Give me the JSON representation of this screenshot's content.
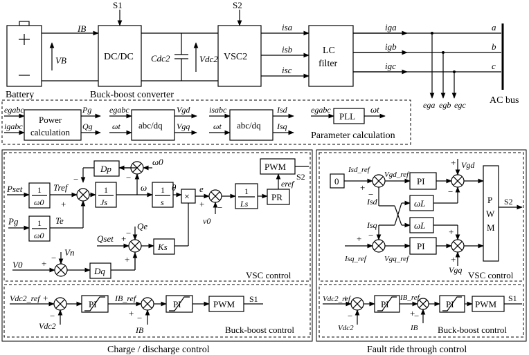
{
  "top": {
    "s1": "S1",
    "s2": "S2",
    "battery": "Battery",
    "i_b": "IB",
    "v_b": "VB",
    "dcdc": "DC/DC",
    "buck_boost_converter": "Buck-boost converter",
    "c_dc2": "Cdc2",
    "v_dc2": "Vdc2",
    "vsc2": "VSC2",
    "i_sa": "isa",
    "i_sb": "isb",
    "i_sc": "isc",
    "lc_filter_1": "LC",
    "lc_filter_2": "filter",
    "i_ga": "iga",
    "i_gb": "igb",
    "i_gc": "igc",
    "phase_a": "a",
    "phase_b": "b",
    "phase_c": "c",
    "e_ga": "ega",
    "e_gb": "egb",
    "e_gc": "egc",
    "ac_bus": "AC bus"
  },
  "param": {
    "power_in_1": "egabc",
    "power_in_2": "igabc",
    "power_label_1": "Power",
    "power_label_2": "calculation",
    "pg": "Pg",
    "qg": "Qg",
    "dq1_in_1": "egabc",
    "dq1_in_2": "ωt",
    "abcdq": "abc/dq",
    "vgd": "Vgd",
    "vgq": "Vgq",
    "dq2_in_1": "isabc",
    "dq2_in_2": "ωt",
    "isd": "Isd",
    "isq": "Isq",
    "pll_in": "egabc",
    "pll": "PLL",
    "pll_out": "ωt",
    "caption": "Parameter calculation"
  },
  "left": {
    "dp": "Dp",
    "omega0_top": "ω0",
    "pwm": "PWM",
    "s2": "S2",
    "p_set": "Pset",
    "t_ref": "Tref",
    "one": "1",
    "omega0": "ω0",
    "js": "Js",
    "omega": "ω",
    "s": "s",
    "theta": "θ",
    "e": "e",
    "ls": "Ls",
    "pr": "PR",
    "e_ref": "eref",
    "pg": "Pg",
    "te": "Te",
    "v0": "v0",
    "qe": "Qe",
    "q_set": "Qset",
    "ks": "Ks",
    "vn": "Vn",
    "v0_in": "V0",
    "dq": "Dq",
    "vsc_control": "VSC control",
    "vdc2_ref": "Vdc2_ref",
    "vdc2": "Vdc2",
    "pi": "PI",
    "ib_ref": "IB_ref",
    "ib": "IB",
    "s1": "S1",
    "buck_boost_control": "Buck-boost control",
    "caption": "Charge / discharge control"
  },
  "right": {
    "zero": "0",
    "isd_ref": "Isd_ref",
    "vgd_ref": "Vgd_ref",
    "vgd": "Vgd",
    "isd": "Isd",
    "isq": "Isq",
    "omega_l": "ωL",
    "pi": "PI",
    "pwm_letters": [
      "P",
      "W",
      "M"
    ],
    "s2": "S2",
    "isq_ref": "Isq_ref",
    "vgq_ref": "Vgq_ref",
    "vgq": "Vgq",
    "vsc_control": "VSC control",
    "vdc2_ref": "Vdc2_ref",
    "vdc2": "Vdc2",
    "ib_ref": "IB_ref",
    "ib": "IB",
    "pwm": "PWM",
    "s1": "S1",
    "buck_boost_control": "Buck-boost control",
    "caption": "Fault ride through control"
  }
}
